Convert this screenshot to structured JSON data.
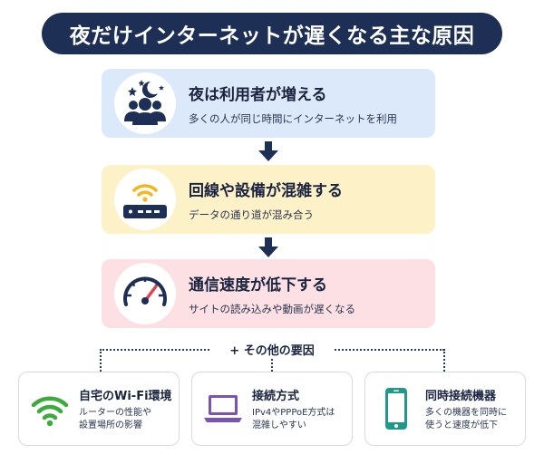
{
  "title": "夜だけインターネットが遅くなる主な原因",
  "steps": [
    {
      "title": "夜は利用者が増える",
      "desc": "多くの人が同じ時間にインターネットを利用",
      "icon": "night-users-icon",
      "bg": "#dce9fb"
    },
    {
      "title": "回線や設備が混雑する",
      "desc": "データの通り道が混み合う",
      "icon": "router-wifi-icon",
      "bg": "#fdf1c8"
    },
    {
      "title": "通信速度が低下する",
      "desc": "サイトの読み込みや動画が遅くなる",
      "icon": "speedometer-icon",
      "bg": "#fde0e3"
    }
  ],
  "other_label": "+ その他の要因",
  "factors": [
    {
      "title": "自宅のWi-Fi環境",
      "desc_lines": [
        "ルーターの性能や",
        "設置場所の影響"
      ],
      "icon": "wifi-icon"
    },
    {
      "title": "接続方式",
      "desc_lines": [
        "IPv4やPPPoE方式は",
        "混雑しやすい"
      ],
      "icon": "laptop-icon"
    },
    {
      "title": "同時接続機器",
      "desc_lines": [
        "多くの機器を同時に",
        "使うと速度が低下"
      ],
      "icon": "smartphone-icon"
    }
  ],
  "colors": {
    "navy": "#1d2f54",
    "accent_yellow": "#f5b51d",
    "accent_red": "#e0434b",
    "accent_green": "#3daa3d",
    "accent_purple": "#7b52b5",
    "accent_teal": "#1f9a8a"
  }
}
